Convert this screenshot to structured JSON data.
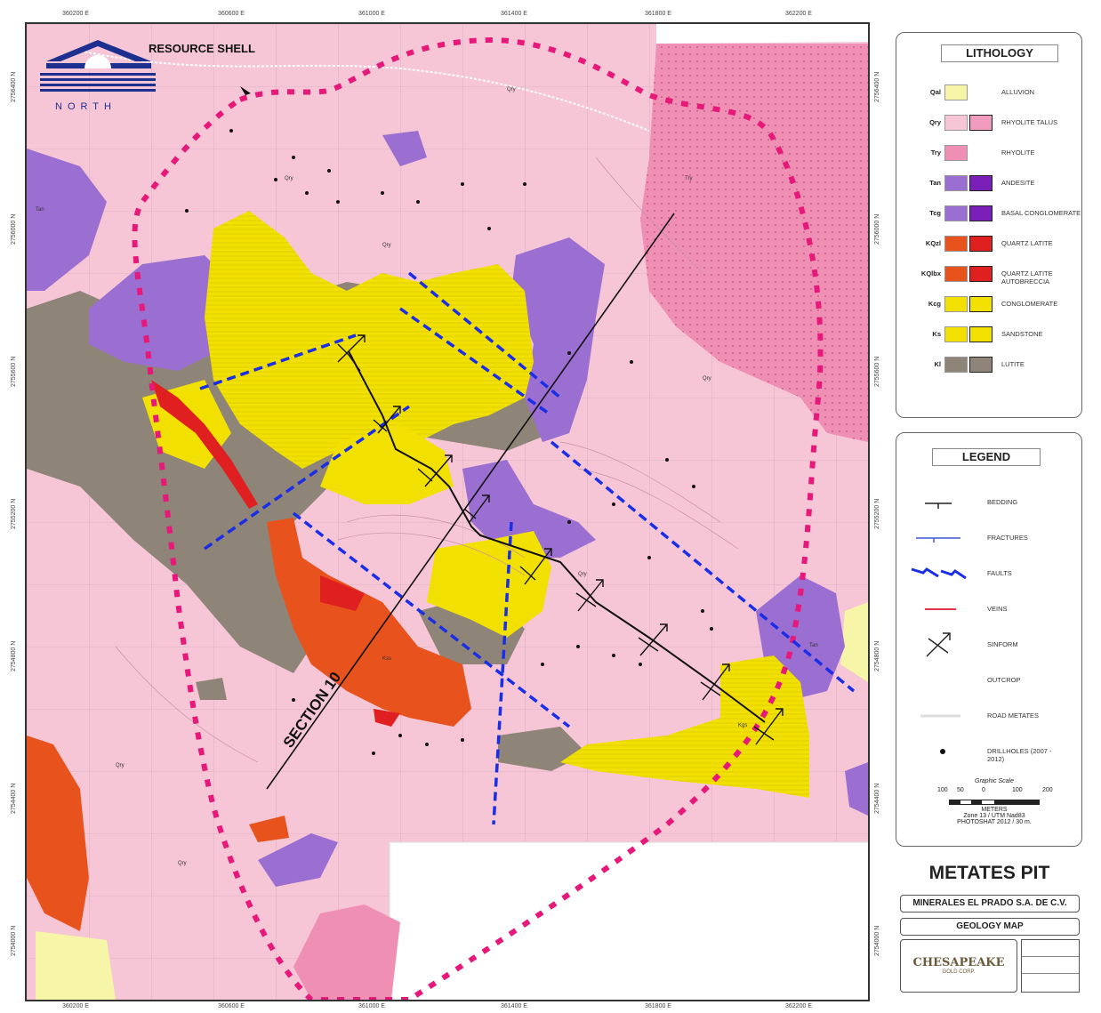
{
  "map": {
    "resource_shell_label": "RESOURCE SHELL",
    "north_label": "NORTH",
    "section_label": "SECTION 10",
    "colors": {
      "rhyolite_talus": "#f6c6d6",
      "rhyolite": "#ef8fb3",
      "andesite": "#9b6fd1",
      "lutite": "#8e8478",
      "sandstone": "#f2e100",
      "quartz_latite": "#e8521c",
      "quartz_latite_red": "#e02020",
      "alluvion": "#f6f5a8",
      "resource_shell": "#e6187a",
      "faults": "#1a2ee6",
      "outcrop": "#ffffff"
    },
    "top_ticks": [
      "360200 E",
      "360600 E",
      "361000 E",
      "361400 E",
      "361800 E",
      "362200 E"
    ],
    "bottom_ticks": [
      "360200 E",
      "360600 E",
      "361000 E",
      "361400 E",
      "361800 E",
      "362200 E"
    ],
    "left_ticks": [
      "2756400 N",
      "2756000 N",
      "2755600 N",
      "2755200 N",
      "2754800 N",
      "2754400 N",
      "2754000 N"
    ],
    "right_ticks": [
      "2756400 N",
      "2756000 N",
      "2755600 N",
      "2755200 N",
      "2754800 N",
      "2754400 N",
      "2754000 N"
    ],
    "unit_labels": [
      "Qry",
      "Qry",
      "Try",
      "Tan",
      "Qry",
      "Qry",
      "Tan",
      "Kss",
      "Qry",
      "Qry",
      "Kgs",
      "Qry"
    ]
  },
  "lithology": {
    "title": "LITHOLOGY",
    "items": [
      {
        "code": "Qal",
        "label": "ALLUVION",
        "c1": "#f6f5a8",
        "c2": ""
      },
      {
        "code": "Qry",
        "label": "RHYOLITE TALUS",
        "c1": "#f6c6d6",
        "c2": "#f19cbf"
      },
      {
        "code": "Try",
        "label": "RHYOLITE",
        "c1": "#ef8fb3",
        "c2": ""
      },
      {
        "code": "Tan",
        "label": "ANDESITE",
        "c1": "#9b6fd1",
        "c2": "#7a1fb8"
      },
      {
        "code": "Tcg",
        "label": "BASAL CONGLOMERATE",
        "c1": "#9b6fd1",
        "c2": "#7a1fb8"
      },
      {
        "code": "KQzl",
        "label": "QUARTZ LATITE",
        "c1": "#e8521c",
        "c2": "#e02020"
      },
      {
        "code": "KQlbx",
        "label": "QUARTZ LATITE AUTOBRECCIA",
        "c1": "#e8521c",
        "c2": "#e02020"
      },
      {
        "code": "Kcg",
        "label": "CONGLOMERATE",
        "c1": "#f2e100",
        "c2": "#f2e100"
      },
      {
        "code": "Ks",
        "label": "SANDSTONE",
        "c1": "#f2e100",
        "c2": "#f2e100"
      },
      {
        "code": "Kl",
        "label": "LUTITE",
        "c1": "#8e8478",
        "c2": "#8e8478"
      }
    ]
  },
  "legend": {
    "title": "LEGEND",
    "items": [
      {
        "symbol": "bedding",
        "label": "BEDDING"
      },
      {
        "symbol": "fractures",
        "label": "FRACTURES"
      },
      {
        "symbol": "faults",
        "label": "FAULTS"
      },
      {
        "symbol": "veins",
        "label": "VEINS"
      },
      {
        "symbol": "sinform",
        "label": "SINFORM"
      },
      {
        "symbol": "outcrop",
        "label": "OUTCROP"
      },
      {
        "symbol": "road",
        "label": "ROAD METATES"
      },
      {
        "symbol": "drillholes",
        "label": "DRILLHOLES (2007 - 2012)"
      }
    ],
    "scale_title": "Graphic Scale",
    "scale_ticks": [
      "100",
      "50",
      "0",
      "100",
      "200"
    ],
    "scale_unit": "METERS",
    "zone": "Zone 13 / UTM Nad83",
    "photo": "PHOTOSHAT 2012 / 30 m."
  },
  "title_block": {
    "title": "METATES PIT",
    "company": "MINERALES EL PRADO S.A. DE C.V.",
    "subtitle": "GEOLOGY MAP",
    "logo_text": "CHESAPEAKE",
    "logo_sub": "GOLD CORP."
  }
}
